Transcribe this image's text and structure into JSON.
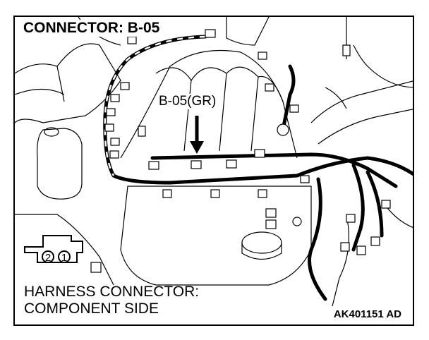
{
  "diagram": {
    "title": "CONNECTOR: B-05",
    "callout": "B-05(GR)",
    "caption_line1": "HARNESS CONNECTOR:",
    "caption_line2": "COMPONENT SIDE",
    "figure_code": "AK401151 AD",
    "pins": [
      "2",
      "1"
    ]
  }
}
